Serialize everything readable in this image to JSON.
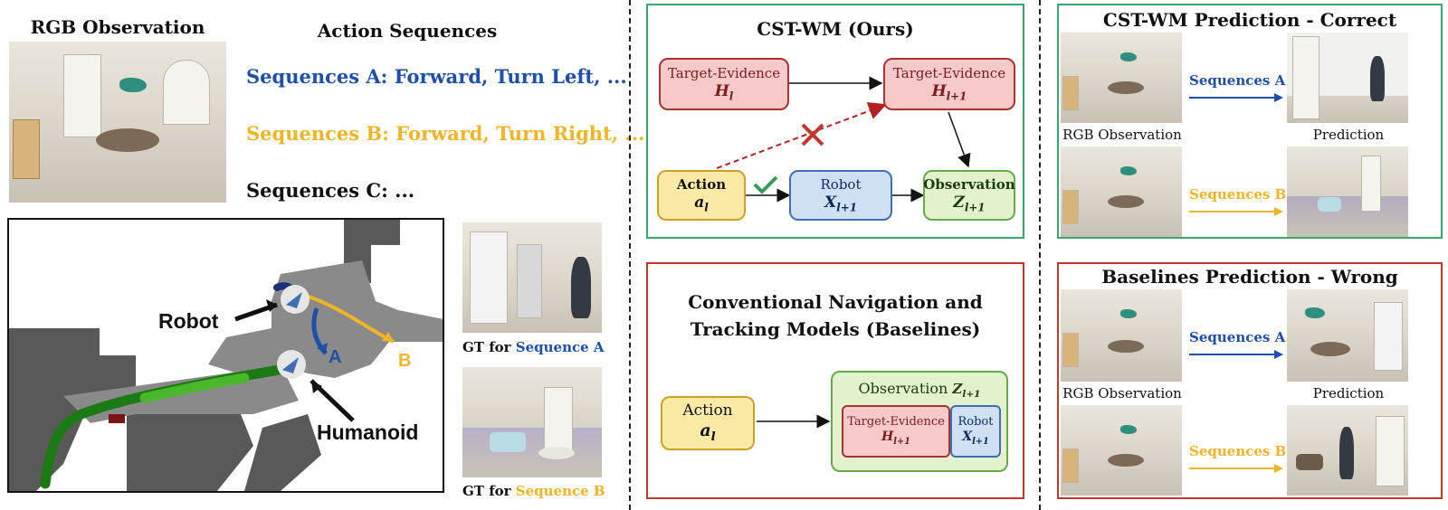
{
  "left": {
    "rgb_title": "RGB Observation",
    "actions_title": "Action Sequences",
    "seq_a": "Sequences A: Forward, Turn Left, ...",
    "seq_b": "Sequences B: Forward, Turn Right, ...",
    "seq_c": "Sequences C:  ...",
    "map": {
      "robot": "Robot",
      "humanoid": "Humanoid",
      "label_a": "A",
      "label_b": "B"
    },
    "gt_a": {
      "prefix": "GT for ",
      "name": "Sequence A"
    },
    "gt_b": {
      "prefix": "GT for ",
      "name": "Sequence B"
    }
  },
  "middle": {
    "cst_title": "CST-WM (Ours)",
    "cst_nodes": {
      "te_l": {
        "label": "Target-Evidence",
        "sym": "H_l"
      },
      "te_l1": {
        "label": "Target-Evidence",
        "sym": "H_{l+1}"
      },
      "action": {
        "label": "Action",
        "sym": "a_l"
      },
      "robot": {
        "label": "Robot",
        "sym": "X_{l+1}"
      },
      "obs": {
        "label": "Observation",
        "sym": "Z_{l+1}"
      }
    },
    "base_title_1": "Conventional Navigation and",
    "base_title_2": "Tracking Models (Baselines)",
    "base_nodes": {
      "action": {
        "label": "Action",
        "sym": "a_l"
      },
      "obs": {
        "label": "Observation",
        "sym": "Z_{l+1}"
      },
      "te": {
        "label": "Target-Evidence",
        "sym": "H_{l+1}"
      },
      "robot": {
        "label": "Robot",
        "sym": "X_{l+1}"
      }
    }
  },
  "right": {
    "correct_title": "CST-WM Prediction - Correct",
    "wrong_title": "Baselines Prediction - Wrong",
    "rgb_obs": "RGB Observation",
    "prediction": "Prediction",
    "seq_a": "Sequences A",
    "seq_b": "Sequences B"
  },
  "colors": {
    "blue": "#1f4fa8",
    "orange": "#f0b429",
    "green_border": "#3aa76d",
    "red_border": "#c0392b",
    "dashed_red": "#b22222",
    "check_green": "#3a9a5a"
  }
}
